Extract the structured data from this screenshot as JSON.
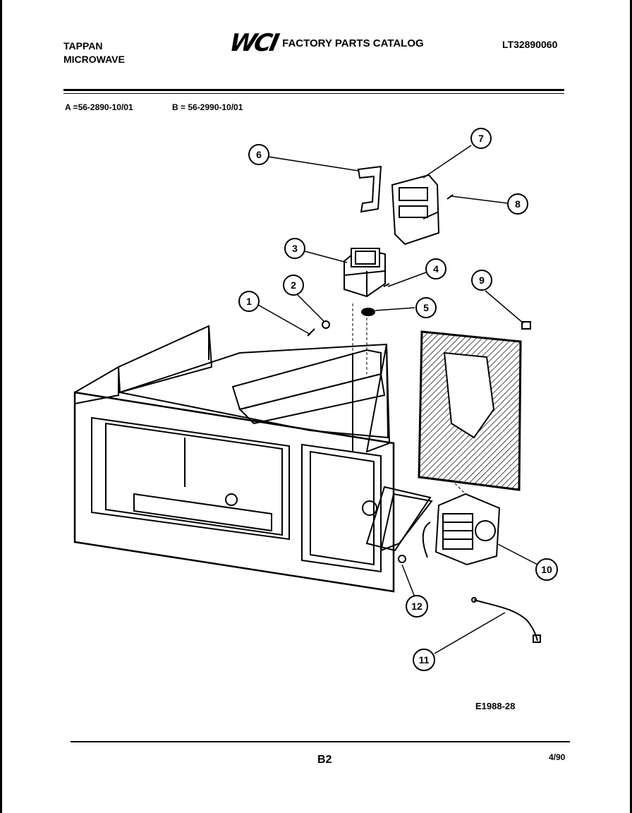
{
  "header": {
    "brand_line1": "TAPPAN",
    "brand_line2": "MICROWAVE",
    "logo": "WCI",
    "catalog_title": "FACTORY PARTS CATALOG",
    "catalog_number": "LT32890060"
  },
  "models": {
    "a": "A =56-2890-10/01",
    "b": "B = 56-2990-10/01"
  },
  "callouts": [
    "1",
    "2",
    "3",
    "4",
    "5",
    "6",
    "7",
    "8",
    "9",
    "10",
    "11",
    "12"
  ],
  "footer": {
    "figure_code": "E1988-28",
    "page": "B2",
    "date": "4/90"
  }
}
